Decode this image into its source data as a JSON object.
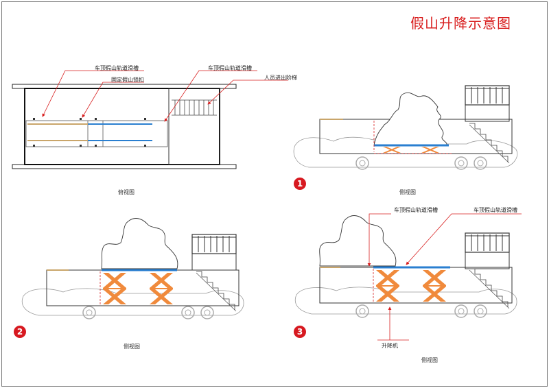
{
  "title": "假山升降示意图",
  "top_view": {
    "caption": "俯视图",
    "label_slot_left": "车顶假山轨道滑槽",
    "label_slot_right": "车顶假山轨道滑槽",
    "label_lock": "固定假山锁扣",
    "label_stairs": "人员进出阶梯"
  },
  "view1": {
    "number": "1",
    "caption": "侧视图"
  },
  "view2": {
    "number": "2",
    "caption": "侧视图"
  },
  "view3": {
    "number": "3",
    "caption": "侧视图",
    "label_slot_a": "车顶假山轨道滑槽",
    "label_slot_b": "车顶假山轨道滑槽",
    "label_lift": "升降机"
  },
  "colors": {
    "accent_red": "#d81e1e",
    "rail_blue": "#2a7fd0",
    "lift_orange": "#f08a3c",
    "rail_tan": "#c9a56a"
  }
}
